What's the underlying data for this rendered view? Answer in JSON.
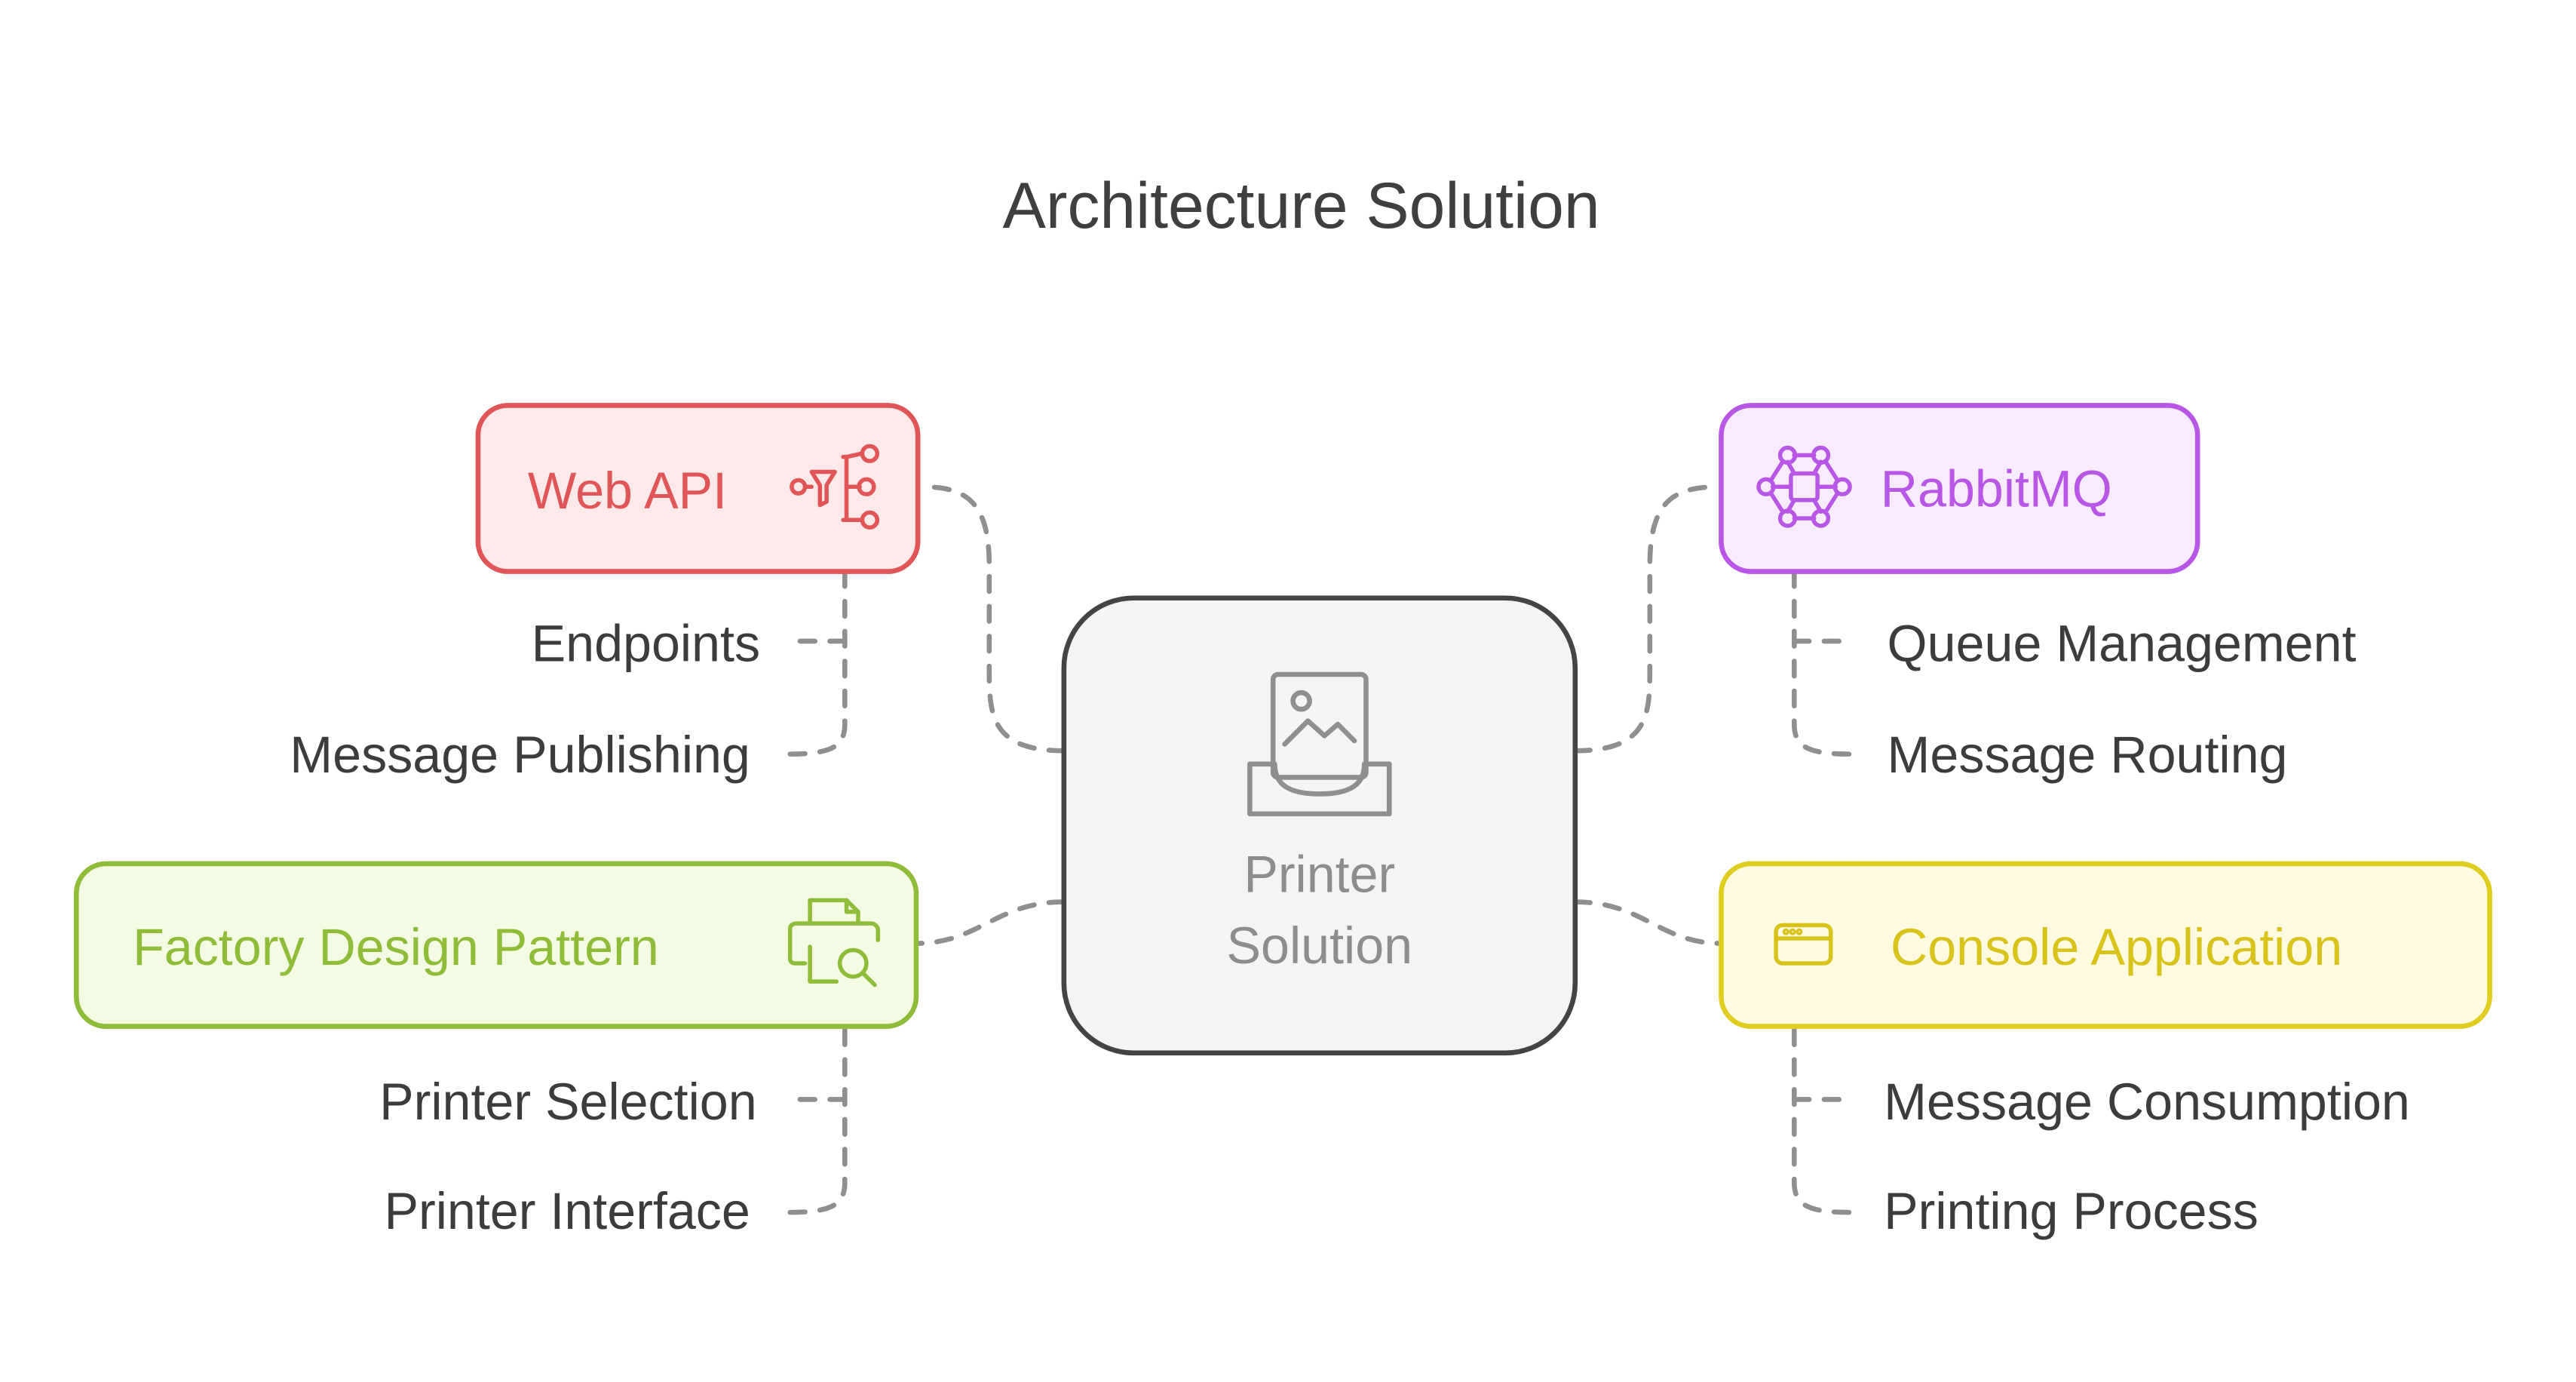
{
  "title": "Architecture Solution",
  "center": {
    "line1": "Printer",
    "line2": "Solution",
    "icon": "image-inbox-icon",
    "fill": "#f4f4f4",
    "stroke": "#444444",
    "text_color": "#8d8d8d"
  },
  "nodes": {
    "web_api": {
      "label": "Web API",
      "icon": "funnel-network-icon",
      "fill": "#fde9e9",
      "stroke": "#e05555",
      "text_color": "#e05555",
      "children": [
        "Endpoints",
        "Message Publishing"
      ]
    },
    "rabbitmq": {
      "label": "RabbitMQ",
      "icon": "network-hub-icon",
      "fill": "#f7ebfd",
      "stroke": "#b857e6",
      "text_color": "#b857e6",
      "children": [
        "Queue Management",
        "Message Routing"
      ]
    },
    "factory": {
      "label": "Factory Design Pattern",
      "icon": "printer-search-icon",
      "fill": "#f4fbe3",
      "stroke": "#8fbd3a",
      "text_color": "#8fbd3a",
      "children": [
        "Printer Selection",
        "Printer Interface"
      ]
    },
    "console": {
      "label": "Console Application",
      "icon": "browser-window-icon",
      "fill": "#fefbe0",
      "stroke": "#e0cd1f",
      "text_color": "#d9c31a",
      "children": [
        "Message Consumption",
        "Printing Process"
      ]
    }
  }
}
